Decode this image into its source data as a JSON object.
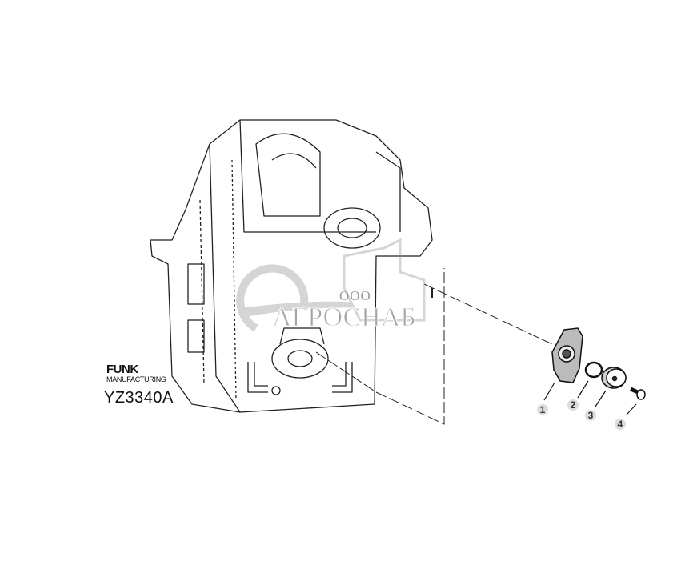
{
  "figure": {
    "drawing_code": "YZ3340A",
    "brand": {
      "name": "FUNK",
      "subtitle": "MANUFACTURING"
    },
    "callouts": [
      "1",
      "2",
      "3",
      "4"
    ],
    "watermark": {
      "prefix": "ООО",
      "name": "АГРОСНАБ"
    }
  }
}
